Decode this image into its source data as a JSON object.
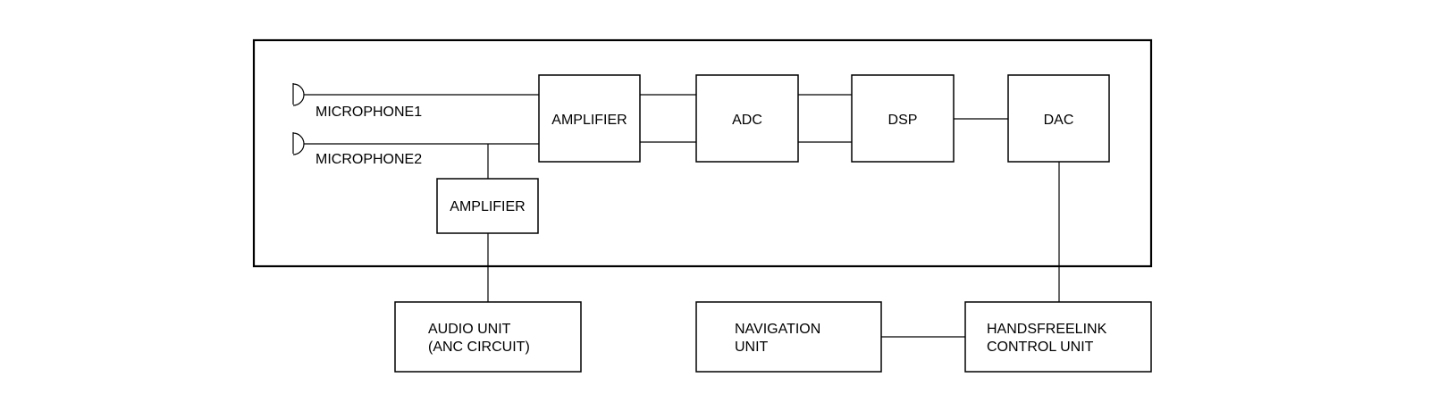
{
  "microphones": [
    {
      "label": "MICROPHONE1"
    },
    {
      "label": "MICROPHONE2"
    }
  ],
  "blocks": {
    "amplifier_main": "AMPLIFIER",
    "adc": "ADC",
    "dsp": "DSP",
    "dac": "DAC",
    "amplifier_secondary": "AMPLIFIER"
  },
  "external_units": {
    "audio_unit": {
      "line1": "AUDIO UNIT",
      "line2": "(ANC CIRCUIT)"
    },
    "navigation_unit": {
      "line1": "NAVIGATION",
      "line2": "UNIT"
    },
    "handsfreelink_unit": {
      "line1": "HANDSFREELINK",
      "line2": "CONTROL UNIT"
    }
  }
}
